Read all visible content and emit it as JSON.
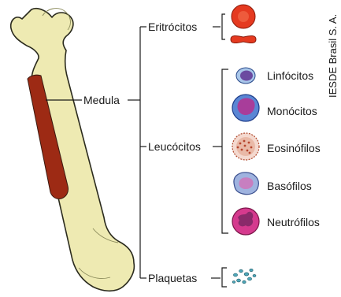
{
  "diagram": {
    "center_label": "Medula",
    "groups": [
      {
        "id": "erythrocytes",
        "label": "Eritrócitos"
      },
      {
        "id": "leukocytes",
        "label": "Leucócitos"
      },
      {
        "id": "platelets",
        "label": "Plaquetas"
      }
    ],
    "leukocyte_types": [
      {
        "id": "lymphocytes",
        "label": "Linfócitos",
        "icon": "lymphocyte-cell-icon"
      },
      {
        "id": "monocytes",
        "label": "Monócitos",
        "icon": "monocyte-cell-icon"
      },
      {
        "id": "eosinophils",
        "label": "Eosinófilos",
        "icon": "eosinophil-cell-icon"
      },
      {
        "id": "basophils",
        "label": "Basófilos",
        "icon": "basophil-cell-icon"
      },
      {
        "id": "neutrophils",
        "label": "Neutrófilos",
        "icon": "neutrophil-cell-icon"
      }
    ],
    "credit": "IESDE Brasil S. A."
  },
  "colors": {
    "bone": "#eeeab2",
    "bone_outline": "#2b2b1e",
    "marrow": "#9d2a14",
    "erythrocyte": "#e53a20",
    "line": "#1a1a1a"
  }
}
